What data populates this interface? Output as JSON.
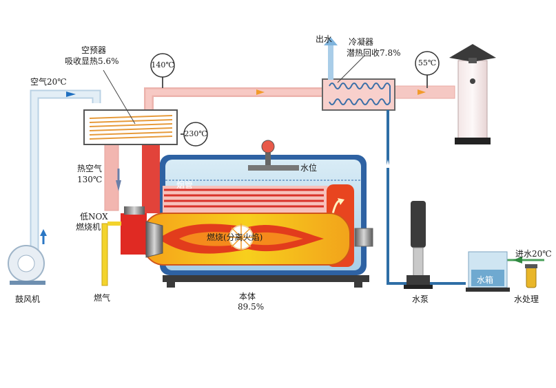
{
  "labels": {
    "outlet_water": "出水",
    "condenser": "冷凝器",
    "condenser_recovery": "潜热回收7.8%",
    "preheater": "空预器",
    "preheater_recovery": "吸收显热5.6%",
    "air_in": "空气20℃",
    "hot_air": "热空气",
    "hot_air_temp": "130℃",
    "burner_1": "低NOX",
    "burner_2": "燃烧机",
    "fan": "鼓风机",
    "fuel_gas": "燃气",
    "body": "本体",
    "body_efficiency": "89.5%",
    "water_pump": "水泵",
    "water_tank": "水箱",
    "water_in": "进水20℃",
    "water_treatment": "水处理",
    "water_level": "水位",
    "flue_tubes": "烟管",
    "combustion": "燃烧(分离火焰)"
  },
  "gauges": {
    "g140": "140℃",
    "g230": "230℃",
    "g55": "55℃"
  },
  "colors": {
    "air_duct": "#cfe0ee",
    "flue_duct": "#f0a7a0",
    "water_pipe": "#2e6ea6",
    "boiler_blue": "#2d5fa0",
    "flame_yellow": "#f6d21a",
    "flame_red": "#e4381f"
  }
}
